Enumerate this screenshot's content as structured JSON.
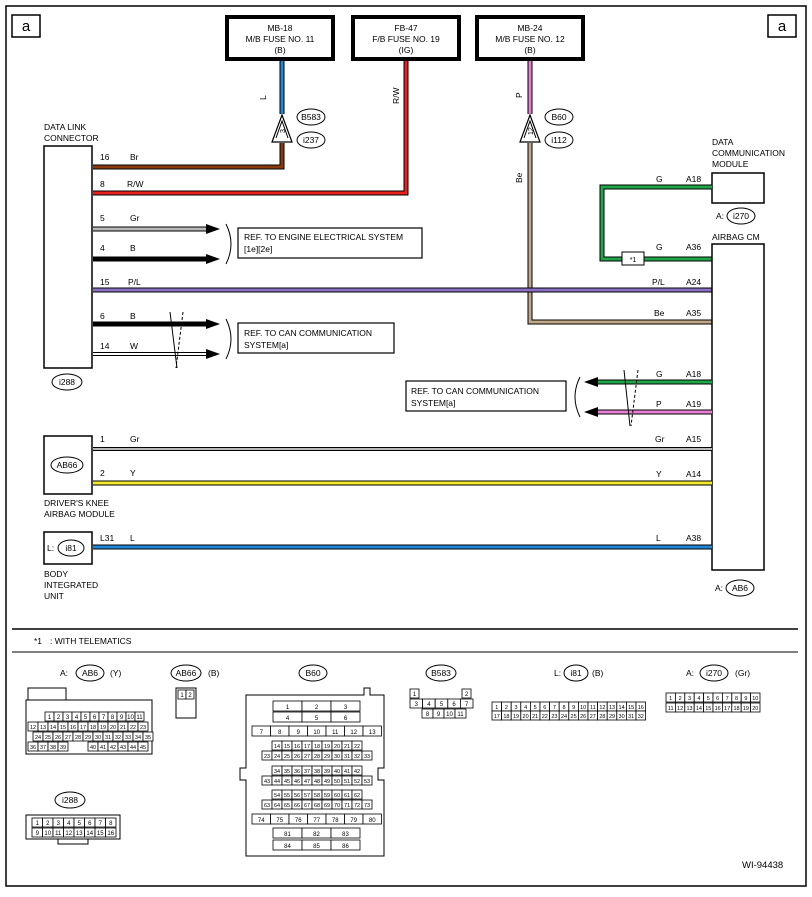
{
  "page": {
    "corner_tag": "a",
    "fig_id": "WI-94438",
    "footnote_mark": "*1",
    "footnote_text": ": WITH TELEMATICS"
  },
  "fuses": [
    {
      "l1": "MB-18",
      "l2": "M/B FUSE NO. 11",
      "l3": "(B)"
    },
    {
      "l1": "FB-47",
      "l2": "F/B FUSE NO. 19",
      "l3": "(IG)"
    },
    {
      "l1": "MB-24",
      "l2": "M/B FUSE NO. 12",
      "l3": "(B)"
    }
  ],
  "wires_top": {
    "mb18": "L",
    "fb47": "R/W",
    "mb24": "P",
    "be": "Be"
  },
  "joints": {
    "b583": {
      "pin": "3",
      "conn_top": "B583",
      "conn_bot": "i237"
    },
    "b60": {
      "pin": "12",
      "conn_top": "B60",
      "conn_bot": "i112"
    }
  },
  "dlc": {
    "title1": "DATA LINK",
    "title2": "CONNECTOR",
    "conn": "i288",
    "pins": [
      {
        "pin": "16",
        "color": "Br"
      },
      {
        "pin": "8",
        "color": "R/W"
      },
      {
        "pin": "5",
        "color": "Gr"
      },
      {
        "pin": "4",
        "color": "B"
      },
      {
        "pin": "15",
        "color": "P/L"
      },
      {
        "pin": "6",
        "color": "B"
      },
      {
        "pin": "14",
        "color": "W"
      }
    ]
  },
  "refs": {
    "engine1": "REF. TO ENGINE ELECTRICAL SYSTEM",
    "engine2": "[1e][2e]",
    "can_a1": "REF. TO CAN COMMUNICATION",
    "can_a2": "SYSTEM[a]",
    "can_b1": "REF. TO CAN COMMUNICATION",
    "can_b2": "SYSTEM[a]"
  },
  "dcm": {
    "t1": "DATA",
    "t2": "COMMUNICATION",
    "t3": "MODULE",
    "conn_prefix": "A:",
    "conn": "i270",
    "wire": "G",
    "pin": "A18"
  },
  "airbag_cm": {
    "title": "AIRBAG CM",
    "conn_prefix": "A:",
    "conn": "AB6",
    "option_mark": "*1",
    "pins": [
      {
        "color": "G",
        "pin": "A36"
      },
      {
        "color": "P/L",
        "pin": "A24"
      },
      {
        "color": "Be",
        "pin": "A35"
      },
      {
        "color": "G",
        "pin": "A18"
      },
      {
        "color": "P",
        "pin": "A19"
      },
      {
        "color": "Gr",
        "pin": "A15"
      },
      {
        "color": "Y",
        "pin": "A14"
      },
      {
        "color": "L",
        "pin": "A38"
      }
    ]
  },
  "knee": {
    "conn": "AB66",
    "t1": "DRIVER'S KNEE",
    "t2": "AIRBAG MODULE",
    "pin1": "1",
    "col1": "Gr",
    "pin2": "2",
    "col2": "Y"
  },
  "biu": {
    "prefix": "L:",
    "conn": "i81",
    "t1": "BODY",
    "t2": "INTEGRATED",
    "t3": "UNIT",
    "pin": "L31",
    "color": "L"
  },
  "connectors": {
    "ab6": {
      "prefix": "A:",
      "id": "AB6",
      "suffix": "(Y)",
      "r1": [
        "1",
        "2",
        "3",
        "4",
        "5",
        "6",
        "7",
        "8",
        "9",
        "10",
        "11"
      ],
      "r2": [
        "12",
        "13",
        "14",
        "15",
        "16",
        "17",
        "18",
        "19",
        "20",
        "21",
        "22",
        "23"
      ],
      "r3": [
        "24",
        "25",
        "26",
        "27",
        "28",
        "29",
        "30",
        "31",
        "32",
        "33",
        "34",
        "35"
      ],
      "r4a": [
        "36",
        "37",
        "38",
        "39"
      ],
      "r4b": [
        "40",
        "41",
        "42",
        "43",
        "44",
        "45"
      ]
    },
    "ab66": {
      "id": "AB66",
      "suffix": "(B)",
      "pins": [
        "1",
        "2"
      ]
    },
    "b60": {
      "id": "B60",
      "g1": [
        "1",
        "2",
        "3",
        "4",
        "5",
        "6"
      ],
      "g2": [
        "7",
        "8",
        "9",
        "10",
        "11",
        "12",
        "13"
      ],
      "g3a": [
        "14",
        "15",
        "16",
        "17",
        "18",
        "19",
        "20",
        "21",
        "22"
      ],
      "g3b": [
        "23",
        "24",
        "25",
        "26",
        "27",
        "28",
        "29",
        "30",
        "31",
        "32",
        "33"
      ],
      "g4a": [
        "34",
        "35",
        "36",
        "37",
        "38",
        "39",
        "40",
        "41",
        "42"
      ],
      "g4b": [
        "43",
        "44",
        "45",
        "46",
        "47",
        "48",
        "49",
        "50",
        "51",
        "52",
        "53"
      ],
      "g5a": [
        "54",
        "55",
        "56",
        "57",
        "58",
        "59",
        "60",
        "61",
        "62"
      ],
      "g5b": [
        "63",
        "64",
        "65",
        "66",
        "67",
        "68",
        "69",
        "70",
        "71",
        "72",
        "73"
      ],
      "g6": [
        "74",
        "75",
        "76",
        "77",
        "78",
        "79",
        "80"
      ],
      "g7a": [
        "81",
        "82",
        "83"
      ],
      "g7b": [
        "84",
        "85",
        "86"
      ]
    },
    "b583": {
      "id": "B583",
      "r1": [
        "1",
        "2"
      ],
      "r2": [
        "3",
        "4",
        "5",
        "6",
        "7"
      ],
      "r3": [
        "8",
        "9",
        "10",
        "11"
      ]
    },
    "i81": {
      "prefix": "L:",
      "id": "i81",
      "suffix": "(B)",
      "r1": [
        "1",
        "2",
        "3",
        "4",
        "5",
        "6",
        "7",
        "8",
        "9",
        "10",
        "11",
        "12",
        "13",
        "14",
        "15",
        "16"
      ],
      "r2": [
        "17",
        "18",
        "19",
        "20",
        "21",
        "22",
        "23",
        "24",
        "25",
        "26",
        "27",
        "28",
        "29",
        "30",
        "31",
        "32"
      ]
    },
    "i270": {
      "prefix": "A:",
      "id": "i270",
      "suffix": "(Gr)",
      "r1": [
        "1",
        "2",
        "3",
        "4",
        "5",
        "6",
        "7",
        "8",
        "9",
        "10"
      ],
      "r2": [
        "11",
        "12",
        "13",
        "14",
        "15",
        "16",
        "17",
        "18",
        "19",
        "20"
      ]
    },
    "i288": {
      "id": "i288",
      "r1": [
        "1",
        "2",
        "3",
        "4",
        "5",
        "6",
        "7",
        "8"
      ],
      "r2": [
        "9",
        "10",
        "11",
        "12",
        "13",
        "14",
        "15",
        "16"
      ]
    }
  },
  "colors": {
    "brown": "#8b3a0f",
    "red": "#e8201e",
    "blue": "#1f86d8",
    "pink": "#e87fd6",
    "tan": "#c2a88a",
    "green": "#1fa64a",
    "gray": "#b8b8b8",
    "black": "#000000",
    "white": "#ffffff",
    "purple": "#8a6fc4",
    "yellow": "#f2ea2a"
  }
}
